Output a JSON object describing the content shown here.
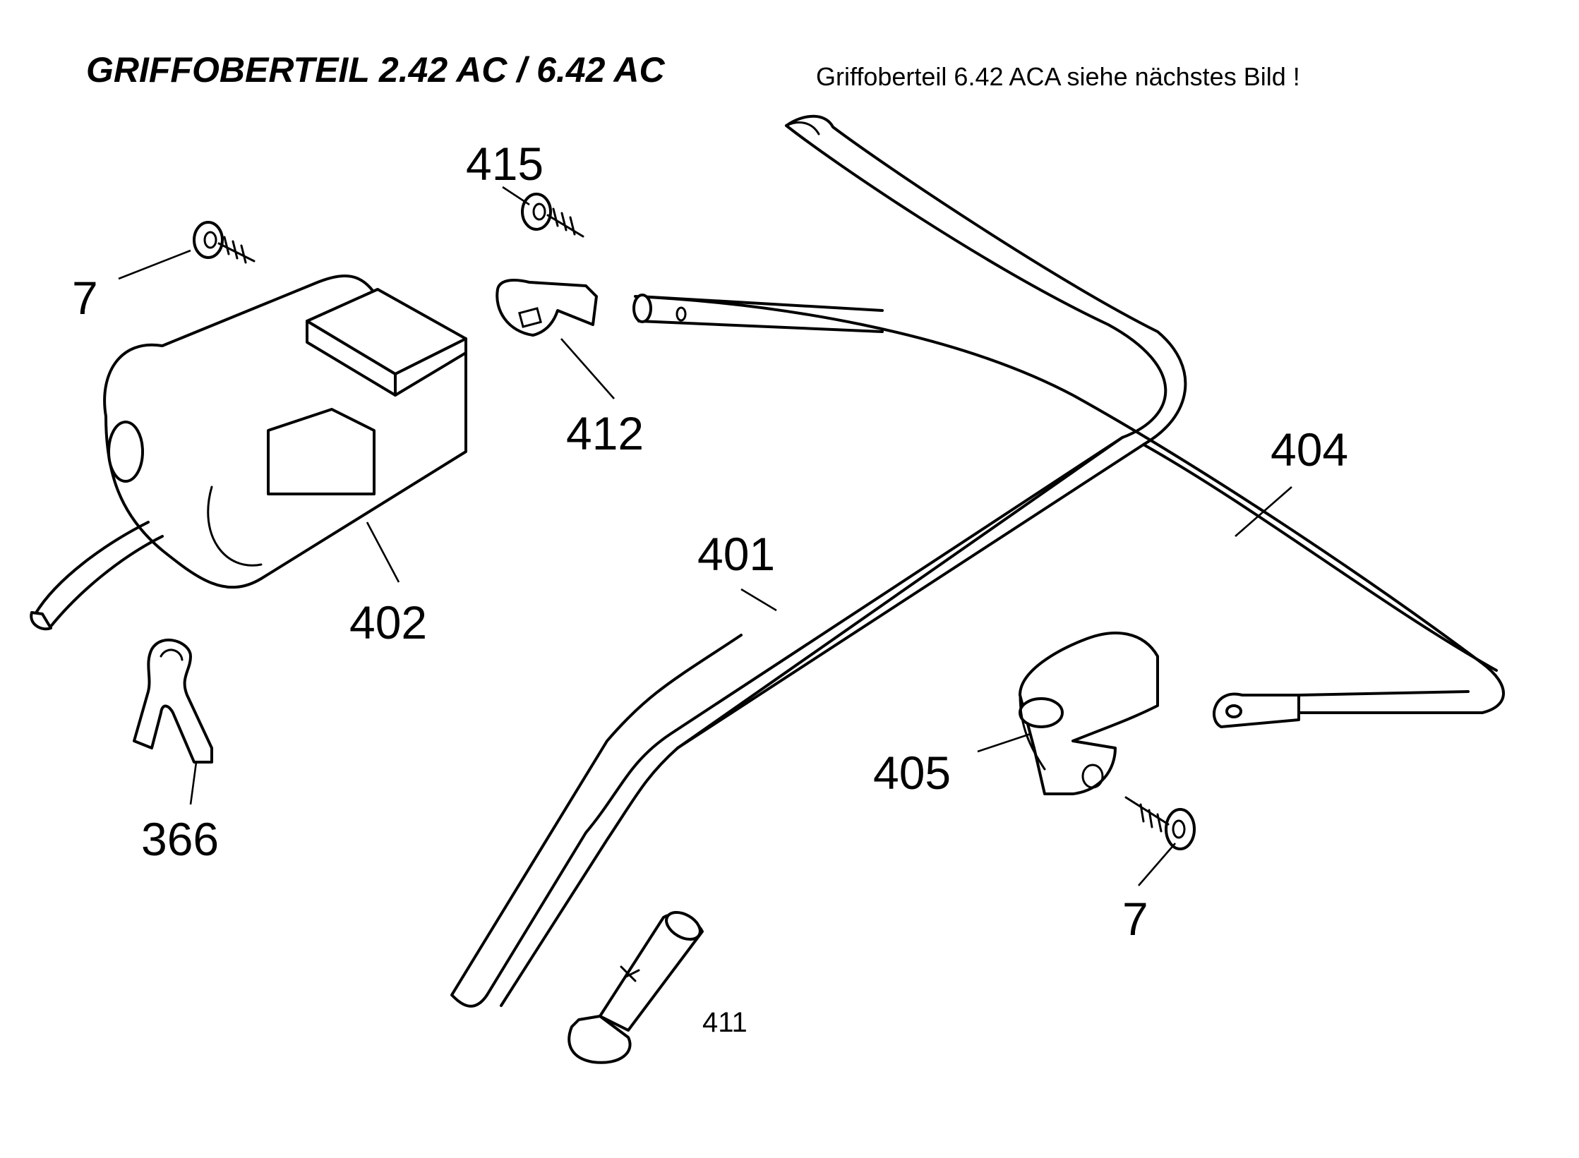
{
  "header": {
    "title": "GRIFFOBERTEIL 2.42 AC / 6.42 AC",
    "note": "Griffoberteil 6.42 ACA siehe nächstes Bild !"
  },
  "callouts": {
    "c7a": "7",
    "c415": "415",
    "c412": "412",
    "c402": "402",
    "c366": "366",
    "c401": "401",
    "c404": "404",
    "c405": "405",
    "c7b": "7",
    "c411": "411"
  }
}
